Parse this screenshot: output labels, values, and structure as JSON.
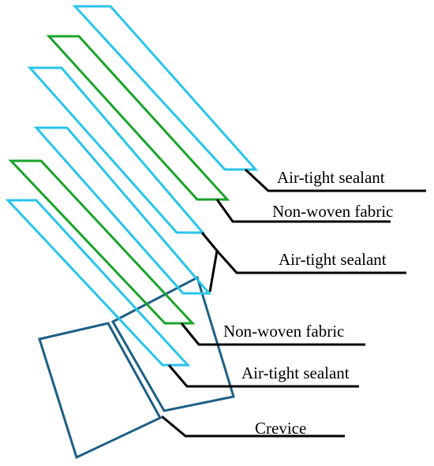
{
  "colors": {
    "sealant": "#29c4ea",
    "fabric": "#1aa32a",
    "crevice": "#1c5f85",
    "leader": "#000000"
  },
  "labels": {
    "sealant_top": "Air-tight sealant",
    "fabric_top": "Non-woven fabric",
    "sealant_middle": "Air-tight sealant",
    "fabric_bottom": "Non-woven fabric",
    "sealant_bottom": "Air-tight sealant",
    "crevice": "Crevice"
  }
}
